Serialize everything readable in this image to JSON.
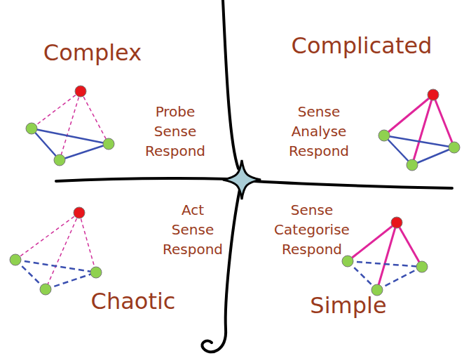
{
  "diagram": {
    "labels": [
      "Complex",
      "Probe Sense Respond",
      "Complicated",
      "Sense Analyse Respond",
      "Act Sense Respond",
      "Sense Categorise Respond",
      "Chaotic",
      "Simple"
    ]
  }
}
